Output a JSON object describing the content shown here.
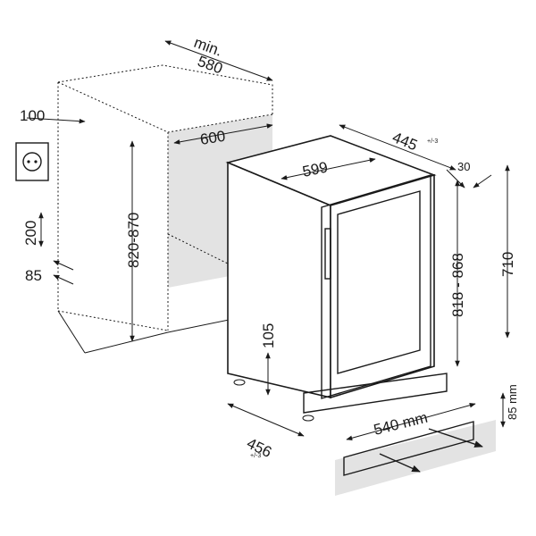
{
  "labels": {
    "min": "min.",
    "niche_depth": "580",
    "socket_offset": "100",
    "niche_width": "600",
    "niche_height": "820-870",
    "socket_height": "200",
    "socket_side": "85",
    "unit_width": "599",
    "unit_depth": "445",
    "unit_depth_tol": "+/-3",
    "door_gap": "30",
    "height_adjust": "818 - 868",
    "unit_height": "710",
    "plinth_height": "105",
    "vent_width": "540 mm",
    "vent_height": "85 mm",
    "base_depth": "456",
    "base_depth_tol": "+/-3"
  }
}
